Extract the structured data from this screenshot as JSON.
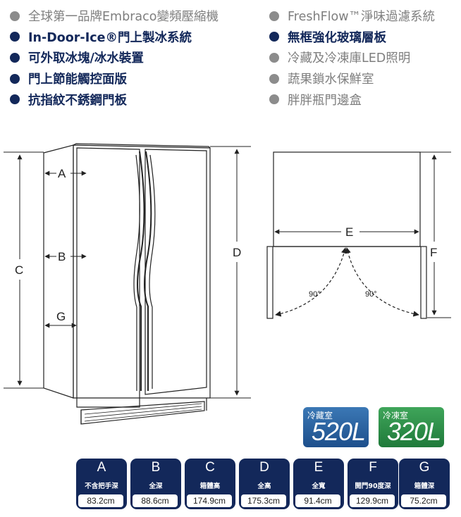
{
  "features": {
    "left": [
      {
        "text": "全球第一品牌Embraco變頻壓縮機",
        "style": "gray"
      },
      {
        "text": "In-Door-Ice®門上製冰系統",
        "style": "navy"
      },
      {
        "text": "可外取冰塊/冰水裝置",
        "style": "navy"
      },
      {
        "text": "門上節能觸控面版",
        "style": "navy"
      },
      {
        "text": "抗指紋不銹鋼門板",
        "style": "navy"
      }
    ],
    "right": [
      {
        "text": "FreshFlow™淨味過濾系統",
        "style": "gray"
      },
      {
        "text": "無框強化玻璃層板",
        "style": "navy"
      },
      {
        "text": "冷藏及冷凍庫LED照明",
        "style": "gray"
      },
      {
        "text": "蔬果鎖水保鮮室",
        "style": "gray"
      },
      {
        "text": "胖胖瓶門邊盒",
        "style": "gray"
      }
    ]
  },
  "diagram": {
    "labels": {
      "a": "A",
      "b": "B",
      "c": "C",
      "d": "D",
      "e": "E",
      "f": "F",
      "g": "G"
    },
    "angle_left": "90°",
    "angle_right": "90°"
  },
  "capacity": {
    "fridge_label": "冷藏室",
    "fridge_value": "520L",
    "freezer_label": "冷凍室",
    "freezer_value": "320L"
  },
  "dimensions": [
    {
      "letter": "A",
      "label": "不含把手深",
      "value": "83.2cm"
    },
    {
      "letter": "B",
      "label": "全深",
      "value": "88.6cm"
    },
    {
      "letter": "C",
      "label": "箱體高",
      "value": "174.9cm"
    },
    {
      "letter": "D",
      "label": "全高",
      "value": "175.3cm"
    },
    {
      "letter": "E",
      "label": "全寬",
      "value": "91.4cm"
    },
    {
      "letter": "F",
      "label": "開門90度深",
      "value": "129.9cm"
    },
    {
      "letter": "G",
      "label": "箱體深",
      "value": "75.2cm"
    }
  ],
  "colors": {
    "navy": "#13285a",
    "gray_text": "#7e7e7e",
    "fridge_blue": "#2a64a2",
    "freezer_green": "#2e8f48"
  }
}
